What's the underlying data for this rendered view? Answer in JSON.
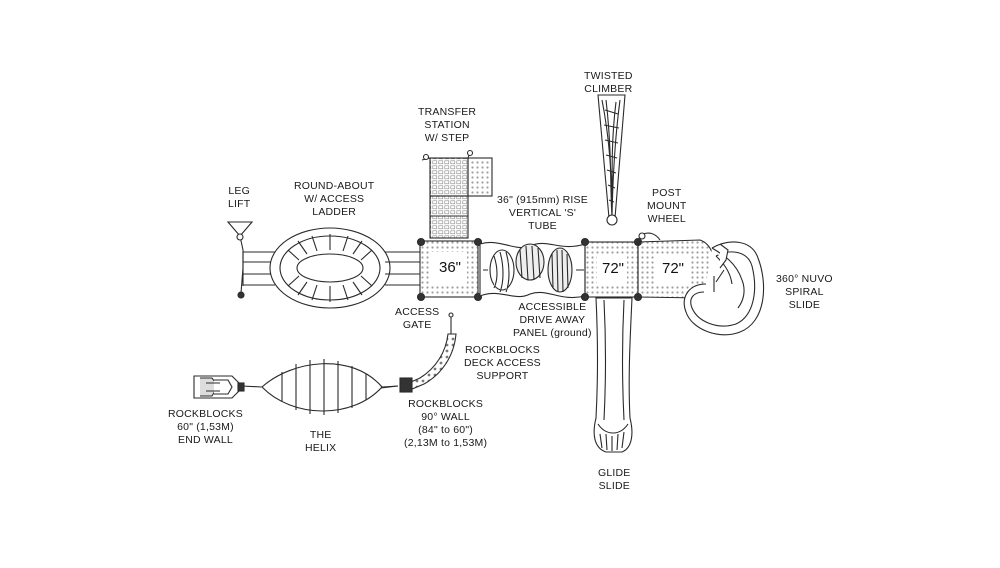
{
  "labels": {
    "twisted_climber": "TWISTED\nCLIMBER",
    "transfer_station": "TRANSFER\nSTATION\nW/ STEP",
    "leg_lift": "LEG\nLIFT",
    "round_about": "ROUND-ABOUT\nW/ ACCESS\nLADDER",
    "s_tube": "36\" (915mm) RISE\nVERTICAL 'S'\nTUBE",
    "post_mount_wheel": "POST\nMOUNT\nWHEEL",
    "spiral_slide": "360° NUVO\nSPIRAL\nSLIDE",
    "access_gate": "ACCESS\nGATE",
    "drive_away_panel": "ACCESSIBLE\nDRIVE AWAY\nPANEL (ground)",
    "deck_access_support": "ROCKBLOCKS\nDECK ACCESS\nSUPPORT",
    "end_wall": "ROCKBLOCKS\n60\" (1,53M)\nEND WALL",
    "helix": "THE\nHELIX",
    "wall_90": "ROCKBLOCKS\n90° WALL\n(84\" to 60\")\n(2,13M to 1,53M)",
    "glide_slide": "GLIDE\nSLIDE"
  },
  "decks": {
    "deck_36": "36\"",
    "deck_72a": "72\"",
    "deck_72b": "72\""
  },
  "colors": {
    "stroke": "#2a2a2a",
    "fill": "#ffffff",
    "perforation": "#bdbdbd"
  }
}
